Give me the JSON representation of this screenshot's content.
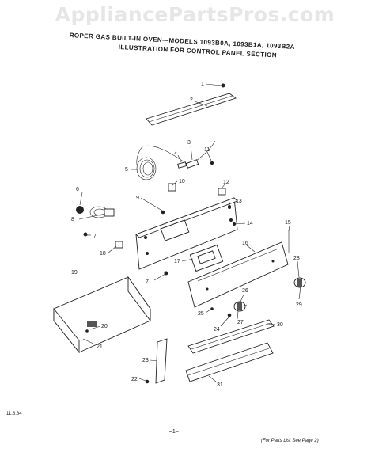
{
  "watermark": "AppliancePartsPros.com",
  "title": {
    "line1": "ROPER GAS BUILT-IN OVEN—MODELS 1093B0A, 1093B1A, 1093B2A",
    "line2": "ILLUSTRATION FOR CONTROL PANEL SECTION"
  },
  "callouts": [
    "1",
    "2",
    "3",
    "4",
    "5",
    "6",
    "7",
    "7",
    "8",
    "9",
    "10",
    "11",
    "12",
    "13",
    "14",
    "15",
    "16",
    "17",
    "18",
    "19",
    "20",
    "21",
    "22",
    "23",
    "24",
    "25",
    "26",
    "27",
    "28",
    "29",
    "30",
    "31"
  ],
  "date_code": "11.8.84",
  "page_number": "–1–",
  "footnote": "(For Parts List See Page 2)"
}
